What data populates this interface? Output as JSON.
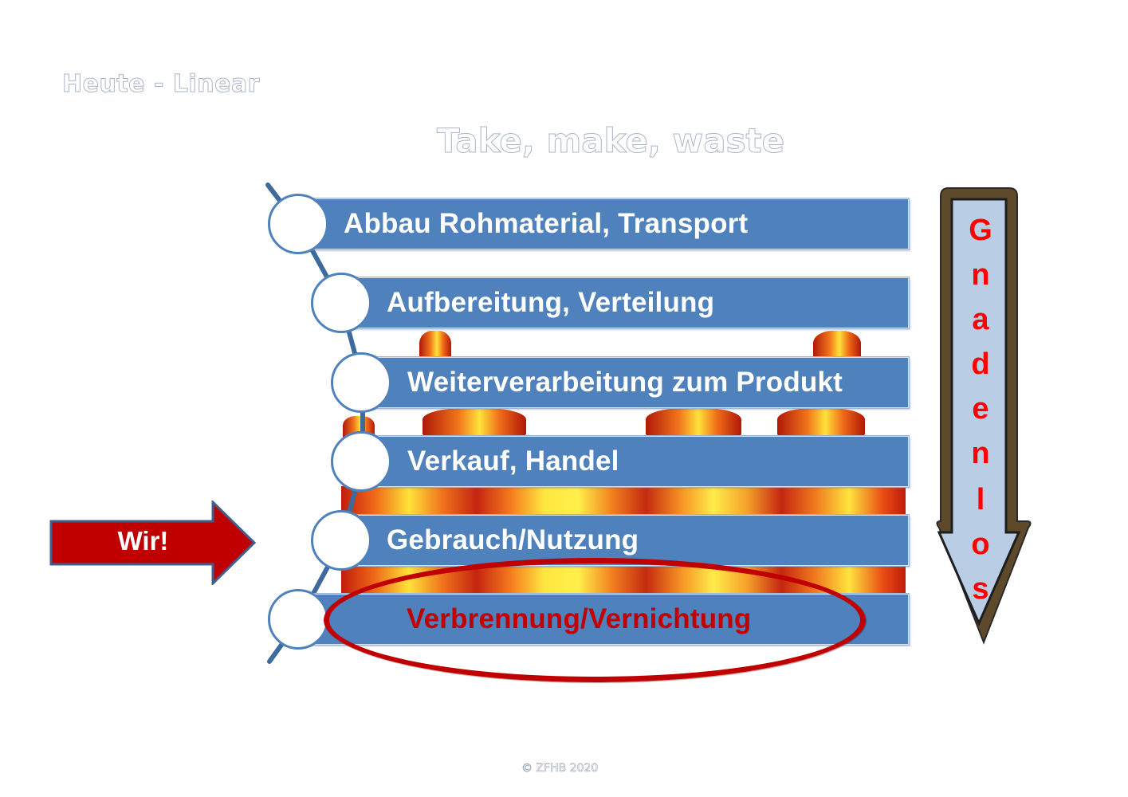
{
  "header": {
    "section_title": "Heute - Linear",
    "slogan": "Take, make, waste"
  },
  "process": {
    "steps": [
      {
        "label": "Abbau Rohmaterial, Transport",
        "highlighted": false
      },
      {
        "label": "Aufbereitung, Verteilung",
        "highlighted": false
      },
      {
        "label": "Weiterverarbeitung zum Produkt",
        "highlighted": false
      },
      {
        "label": "Verkauf, Handel",
        "highlighted": false
      },
      {
        "label": "Gebrauch/Nutzung",
        "highlighted": false
      },
      {
        "label": "Verbrennung/Vernichtung",
        "highlighted": true
      }
    ]
  },
  "pointer": {
    "label": "Wir!",
    "points_to_step": "Gebrauch/Nutzung"
  },
  "side_arrow": {
    "letters": [
      "G",
      "n",
      "a",
      "d",
      "e",
      "n",
      "l",
      "o",
      "s"
    ],
    "word": "Gnadenlos",
    "direction": "down"
  },
  "colors": {
    "bar_fill": "#4f81bd",
    "highlight_red": "#c00000",
    "arrow_red": "#c00000",
    "side_arrow_fill": "#b9cde5",
    "side_arrow_border": "#5e4a2a",
    "side_text": "#ff0000"
  },
  "footer": {
    "copyright": "© ZFHB 2020"
  }
}
